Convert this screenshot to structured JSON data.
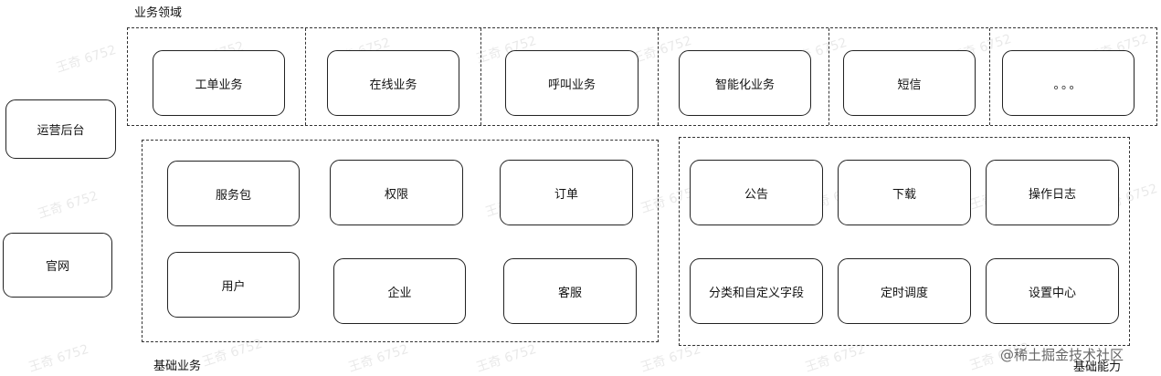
{
  "diagram": {
    "biz_domain_label": "业务领域",
    "biz_domain_nodes": [
      "工单业务",
      "在线业务",
      "呼叫业务",
      "智能化业务",
      "短信",
      "。。。"
    ],
    "left_nodes": [
      "运营后台",
      "官网"
    ],
    "base_biz_label": "基础业务",
    "base_biz_nodes": [
      "服务包",
      "权限",
      "订单",
      "用户",
      "企业",
      "客服"
    ],
    "base_cap_label": "基础能力",
    "base_cap_nodes": [
      "公告",
      "下载",
      "操作日志",
      "分类和自定义字段",
      "定时调度",
      "设置中心"
    ]
  },
  "watermark": "王奇 6752",
  "credit": "@稀土掘金技术社区"
}
